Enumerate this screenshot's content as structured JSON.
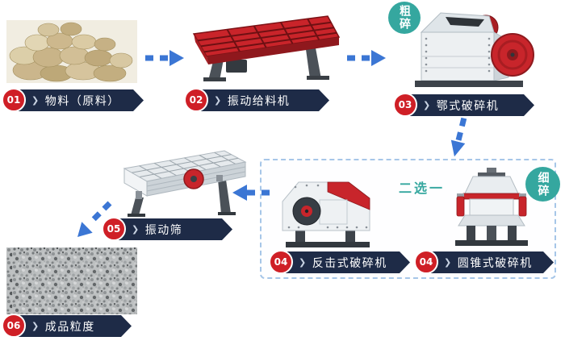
{
  "steps": [
    {
      "num": "01",
      "label": "物料（原料）"
    },
    {
      "num": "02",
      "label": "振动给料机"
    },
    {
      "num": "03",
      "label": "鄂式破碎机"
    },
    {
      "num": "04",
      "label": "反击式破碎机"
    },
    {
      "num": "04",
      "label": "圆锥式破碎机"
    },
    {
      "num": "05",
      "label": "振动筛"
    },
    {
      "num": "06",
      "label": "成品粒度"
    }
  ],
  "badges": {
    "coarse": "粗碎",
    "fine": "细碎"
  },
  "choice_label": "二选一",
  "chevron": "❯",
  "colors": {
    "navy": "#1e2b47",
    "red": "#cf1f26",
    "teal": "#35a79f",
    "arrow": "#3b76d4",
    "machine_red": "#c8252b"
  }
}
